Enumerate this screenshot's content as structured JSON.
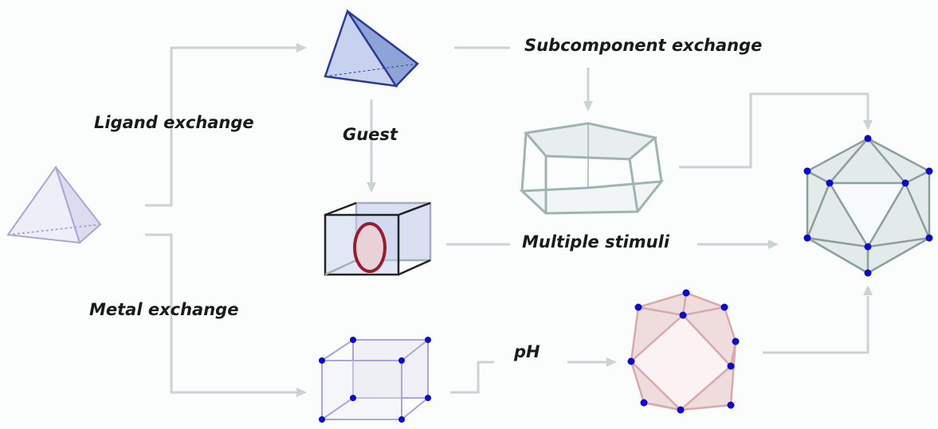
{
  "labels": {
    "ligand_exchange": "Ligand exchange",
    "metal_exchange": "Metal exchange",
    "guest": "Guest",
    "subcomponent_exchange": "Subcomponent exchange",
    "multiple_stimuli": "Multiple stimuli",
    "ph": "pH"
  },
  "colors": {
    "arrow": "#c9d3d3",
    "vertex": "#0a0ad0",
    "guest": "#9b1b2e",
    "tetra_blue": "#2a3a9a",
    "pink": "#d9a8aa"
  }
}
